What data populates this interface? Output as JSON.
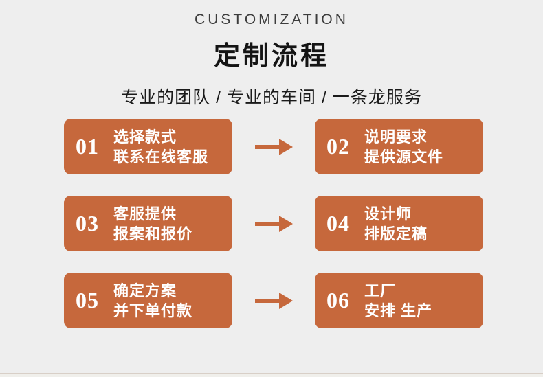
{
  "header": {
    "eyebrow": "CUSTOMIZATION",
    "title": "定制流程",
    "subtitle": "专业的团队 / 专业的车间 / 一条龙服务"
  },
  "steps": [
    {
      "number": "01",
      "line1": "选择款式",
      "line2": "联系在线客服"
    },
    {
      "number": "02",
      "line1": "说明要求",
      "line2": "提供源文件"
    },
    {
      "number": "03",
      "line1": "客服提供",
      "line2": "报案和报价"
    },
    {
      "number": "04",
      "line1": "设计师",
      "line2": "排版定稿"
    },
    {
      "number": "05",
      "line1": "确定方案",
      "line2": "并下单付款"
    },
    {
      "number": "06",
      "line1": "工厂",
      "line2": "安排 生产"
    }
  ],
  "icons": {
    "between_steps": "arrow-right-icon"
  },
  "colors": {
    "accent_orange": "#c6683c",
    "background": "#eeeeee",
    "card_text": "#ffffff",
    "eyebrow_text": "#3c3c3c",
    "heading_text": "#141414",
    "bottom_divider": "#d8cfc7"
  }
}
